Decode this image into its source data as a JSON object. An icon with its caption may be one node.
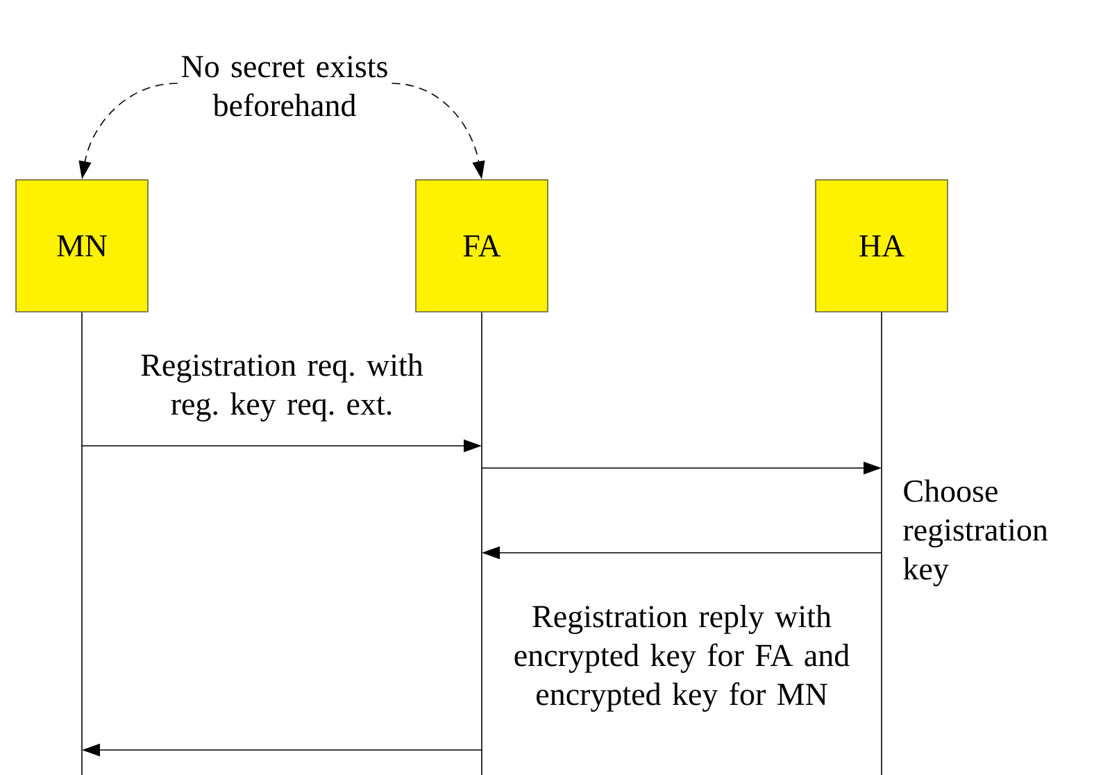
{
  "diagram": {
    "nodes": [
      {
        "text": [
          "No secret exists beforehand"
        ]
      },
      {
        "text": [
          "MN"
        ]
      },
      {
        "text": [
          "FA"
        ]
      },
      {
        "text": [
          "HA"
        ]
      }
    ],
    "labels": [
      "Choose registration key"
    ],
    "edges": [
      {
        "from": 0,
        "to": 1,
        "arrow": "to",
        "style": "dashed"
      },
      {
        "from": 0,
        "to": 2,
        "arrow": "to",
        "style": "dashed"
      },
      {
        "from": 1,
        "to": 2,
        "arrow": "to",
        "label": "Registration req. with reg. key req. ext."
      },
      {
        "from": 2,
        "to": 3,
        "arrow": "to"
      },
      {
        "from": 3,
        "to": 2,
        "arrow": "to",
        "label": "Registration reply with encrypted key for FA and encrypted key for MN"
      },
      {
        "from": 2,
        "to": 1,
        "arrow": "to"
      }
    ]
  }
}
